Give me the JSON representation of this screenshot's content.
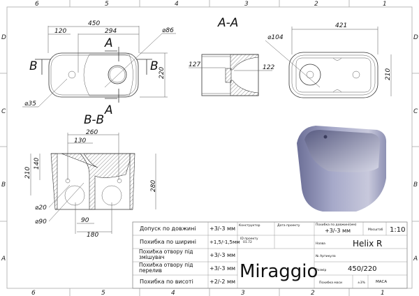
{
  "frame": {
    "columns_top": [
      "6",
      "5",
      "4",
      "3",
      "2",
      "1"
    ],
    "columns_bottom": [
      "6",
      "5",
      "4",
      "3",
      "2",
      "1"
    ],
    "rows_left": [
      "D",
      "C",
      "B",
      "A"
    ],
    "rows_right": [
      "D",
      "C",
      "B",
      "A"
    ]
  },
  "top_view": {
    "dims": {
      "overall_length": "450",
      "left_offset": "120",
      "right_span": "294",
      "hole_big": "⌀86",
      "hole_small": "⌀35",
      "width": "220"
    },
    "section_a_top": "A",
    "section_a_bottom": "A",
    "section_b_left": "B",
    "section_b_right": "B"
  },
  "section_aa": {
    "title": "A-A",
    "dim_left": "127",
    "dim_right": "122"
  },
  "right_view": {
    "length": "421",
    "hole": "⌀104",
    "width": "210"
  },
  "section_bb": {
    "title": "B-B",
    "dims": {
      "d260": "260",
      "d130": "130",
      "d210": "210",
      "d140": "140",
      "d280": "280",
      "hole20": "⌀20",
      "hole90": "⌀90",
      "d90": "90",
      "d180": "180"
    }
  },
  "title_block": {
    "tolerances": [
      {
        "label": "Допуск по довжині",
        "value": "+3/-3 мм"
      },
      {
        "label": "Похибка по ширині",
        "value": "+1,5/-1,5мм"
      },
      {
        "label": "Похибка отвору під змішувач",
        "value": "+3/-3 мм"
      },
      {
        "label": "Похибка отвору під перелив",
        "value": "+3/-3 мм"
      },
      {
        "label": "Похибка по висоті",
        "value": "+2/-2 мм"
      }
    ],
    "designer_label": "Конструктор",
    "date_label": "Дата проекту",
    "project_id_label": "ID проекту",
    "project_id": "01.72",
    "brand": "Miraggio",
    "depth_tol_label": "Похибка по довжині(мм)",
    "depth_tol": "+3/-3 мм",
    "scale_label": "Масштаб",
    "scale": "1:10",
    "name_label": "Назва",
    "name": "Helix R",
    "article_label": "№ Артикула",
    "size_label": "Розмір",
    "size": "450/220",
    "mass_tol_label": "Похибка маси",
    "mass_tol": "±3%",
    "mass_label": "МАСА"
  }
}
